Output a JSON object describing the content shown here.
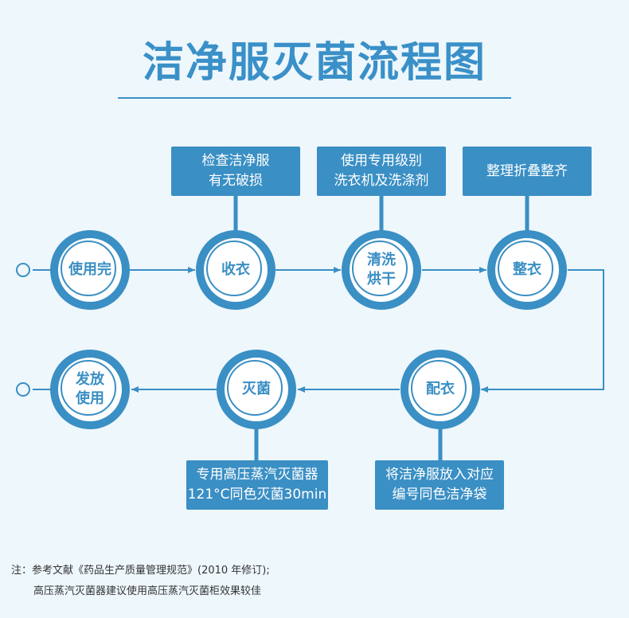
{
  "title": "洁净服灭菌流程图",
  "nodes": {
    "used": [
      "使用完"
    ],
    "collect": [
      "收衣"
    ],
    "wash": [
      "清洗",
      "烘干"
    ],
    "fold": [
      "整衣"
    ],
    "distribute": [
      "配衣"
    ],
    "sterilize": [
      "灭菌"
    ],
    "release": [
      "发放",
      "使用"
    ]
  },
  "boxes": {
    "collect": [
      "检查洁净服",
      "有无破损"
    ],
    "wash": [
      "使用专用级别",
      "洗衣机及洗涤剂"
    ],
    "fold": [
      "整理折叠整齐"
    ],
    "distribute": [
      "将洁净服放入对应",
      "编号同色洁净袋"
    ],
    "sterilize": [
      "专用高压蒸汽灭菌器",
      "121°C同色灭菌30min"
    ]
  },
  "notes": {
    "line1": "注：参考文献《药品生产质量管理规范》(2010 年修订);",
    "line2": "高压蒸汽灭菌器建议使用高压蒸汽灭菌柜效果较佳"
  },
  "colors": {
    "primary": "#3a8fc4",
    "background": "#eef7fc"
  }
}
